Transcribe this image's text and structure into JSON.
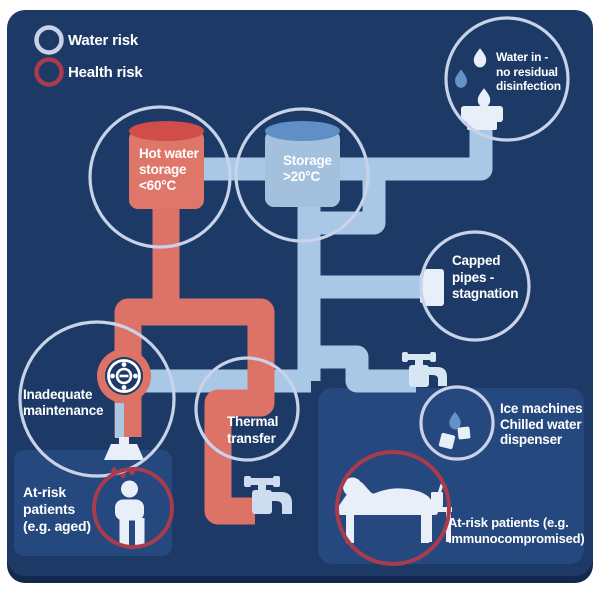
{
  "legend": {
    "items": [
      {
        "label": "Water risk",
        "type": "water"
      },
      {
        "label": "Health risk",
        "type": "health"
      }
    ]
  },
  "nodes": {
    "hot_tank": {
      "lines": [
        "Hot water",
        "storage",
        "<60°C"
      ]
    },
    "cold_tank": {
      "lines": [
        "Storage",
        ">20°C"
      ]
    },
    "water_in": {
      "lines": [
        "Water in -",
        "no residual",
        "disinfection"
      ]
    },
    "capped": {
      "lines": [
        "Capped",
        "pipes -",
        "stagnation"
      ]
    },
    "maintenance": {
      "lines": [
        "Inadequate",
        "maintenance"
      ]
    },
    "thermal": {
      "lines": [
        "Thermal",
        "transfer"
      ]
    },
    "ice": {
      "lines": [
        "Ice machines",
        "Chilled water",
        "dispenser"
      ]
    },
    "aged": {
      "lines": [
        "At-risk",
        "patients",
        "(e.g. aged)"
      ]
    },
    "immuno": {
      "lines": [
        "At-risk patients (e.g.",
        "immunocompromised)"
      ]
    }
  },
  "colors": {
    "canvas": "#1d3a67",
    "shadow": "#12294d",
    "panel": "#25497f",
    "pipe_cold": "#a9c8e6",
    "pipe_hot": "#dd7267",
    "tank_hot": "#df766a",
    "tank_hot_top": "#d04d49",
    "tank_cold": "#a3c0dd",
    "tank_cold_top": "#5f8fc6",
    "circle_water": "#c8d2e8",
    "circle_health": "#a93b4d",
    "icon_white": "#e9eff8",
    "drop_blue": "#6493c8",
    "drop_red": "#a83f48",
    "tap": "#cddcee",
    "tap2": "#d8e5f3",
    "text": "#ffffff"
  }
}
